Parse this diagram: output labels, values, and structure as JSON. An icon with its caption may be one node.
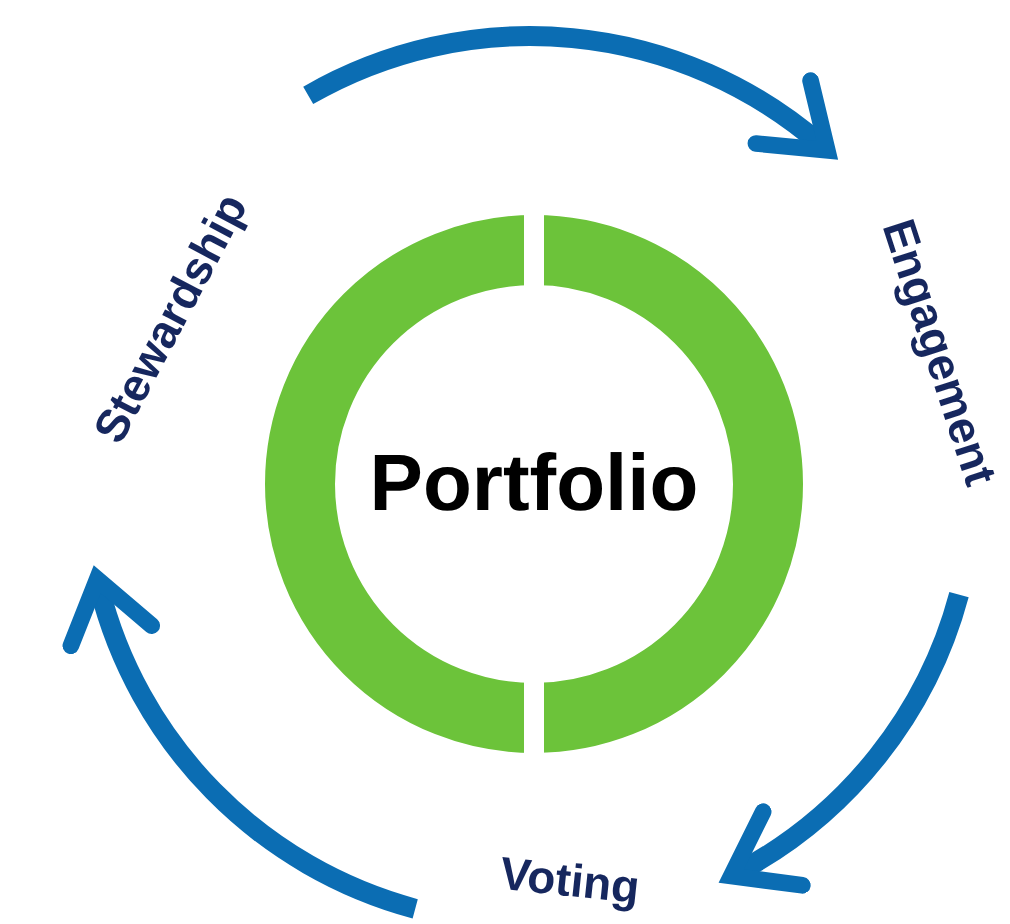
{
  "diagram": {
    "nodes": [
      {
        "text": [
          "Portfolio"
        ]
      },
      {
        "text": [
          "Stewardship"
        ]
      },
      {
        "text": [
          "Engagement"
        ]
      },
      {
        "text": [
          "Voting"
        ]
      }
    ],
    "edges": [
      {
        "from": 1,
        "to": 2,
        "arrow": "to"
      },
      {
        "from": 2,
        "to": 3,
        "arrow": "to"
      },
      {
        "from": 3,
        "to": 1,
        "arrow": "to"
      }
    ]
  }
}
